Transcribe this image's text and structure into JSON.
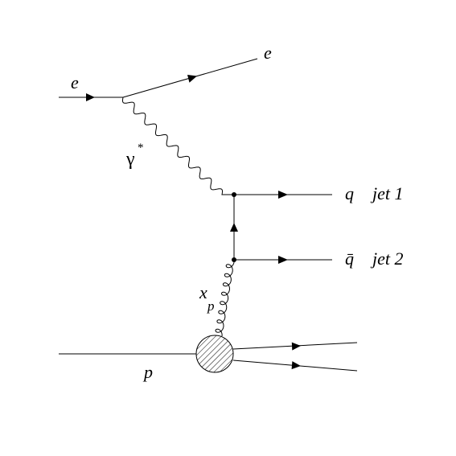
{
  "labels": {
    "electron_in": "e",
    "electron_out": "e",
    "photon": "γ",
    "photon_star": "*",
    "quark": "q",
    "antiquark": "q̄",
    "jet1": "jet 1",
    "jet2": "jet 2",
    "gluon_base": "x",
    "gluon_sub": "p",
    "proton": "p"
  },
  "colors": {
    "ink": "#000000",
    "background": "#ffffff"
  }
}
